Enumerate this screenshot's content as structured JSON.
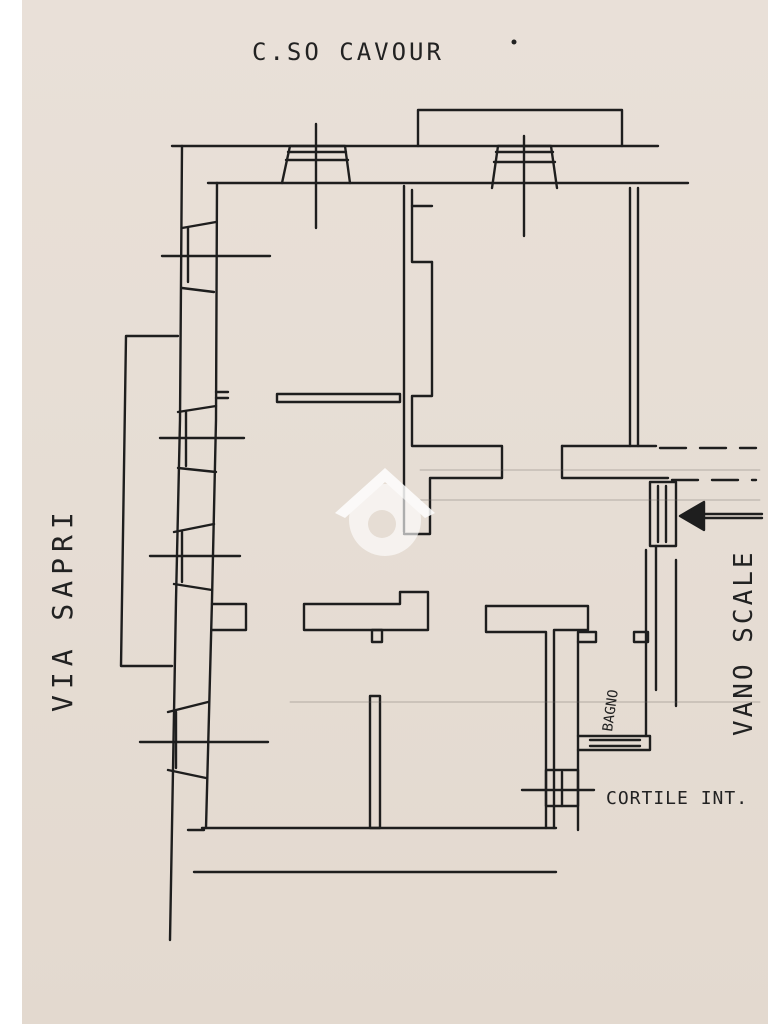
{
  "labels": {
    "top_street": "C.SO CAVOUR",
    "left_street": "VIA SAPRI",
    "stair_well": "VANO SCALE",
    "bathroom": "BAGNO",
    "courtyard": "CORTILE INT."
  },
  "colors": {
    "paper": "#e6ddd4",
    "ink": "#1e1e1e",
    "watermark": "#ffffff"
  },
  "icons": {
    "entrance": "arrow-left-icon",
    "watermark": "house-logo-icon"
  }
}
